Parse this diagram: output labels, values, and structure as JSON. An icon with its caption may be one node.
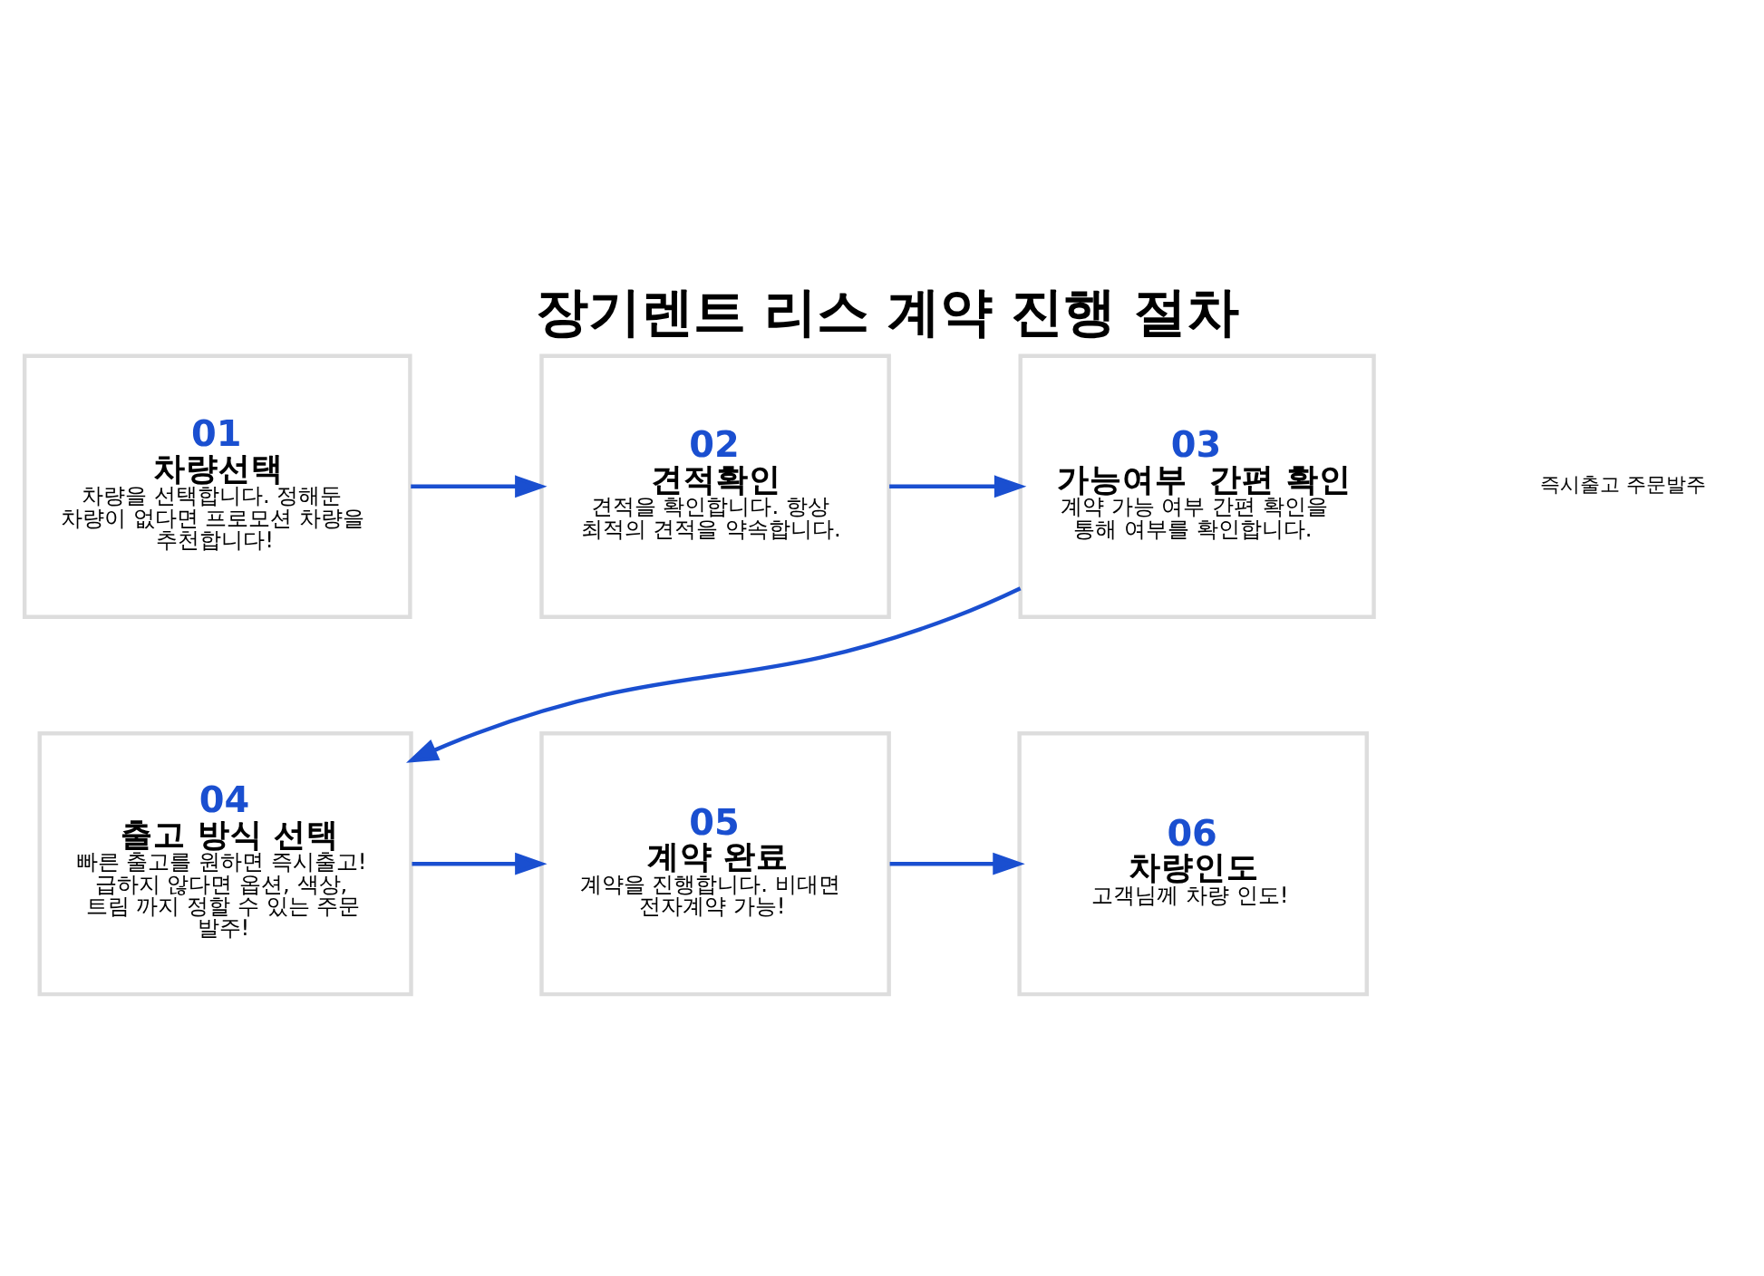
{
  "diagram": {
    "title": "장기렌트 리스 계약 진행 절차",
    "nodes": [
      {
        "text": [
          "01",
          "차량선택",
          "차량을 선택합니다. 정해둔 차량이 없다면 프로모션 차량을 추천합니다!"
        ]
      },
      {
        "text": [
          "02",
          "견적확인",
          "견적을 확인합니다. 항상 최적의 견적을 약속합니다."
        ]
      },
      {
        "text": [
          "03",
          "가능여부  간편 확인",
          "계약 가능 여부 간편 확인을 통해 여부를 확인합니다."
        ]
      },
      {
        "text": [
          "04",
          "출고 방식 선택",
          "빠른 출고를 원하면 즉시출고! 급하지 않다면 옵션, 색상, 트림 까지 정할 수 있는 주문 발주!"
        ]
      },
      {
        "text": [
          "05",
          "계약 완료",
          "계약을 진행합니다. 비대면 전자계약 가능!"
        ]
      },
      {
        "text": [
          "06",
          "차량인도",
          "고객님께 차량 인도!"
        ]
      }
    ],
    "edges": [
      {
        "from": 0,
        "to": 1,
        "arrow": "to"
      },
      {
        "from": 1,
        "to": 2,
        "arrow": "to"
      },
      {
        "from": 2,
        "to": 3,
        "arrow": "to"
      },
      {
        "from": 3,
        "to": 4,
        "arrow": "to"
      },
      {
        "from": 4,
        "to": 5,
        "arrow": "to"
      }
    ],
    "labels": [
      "즉시출고 주문발주"
    ]
  }
}
